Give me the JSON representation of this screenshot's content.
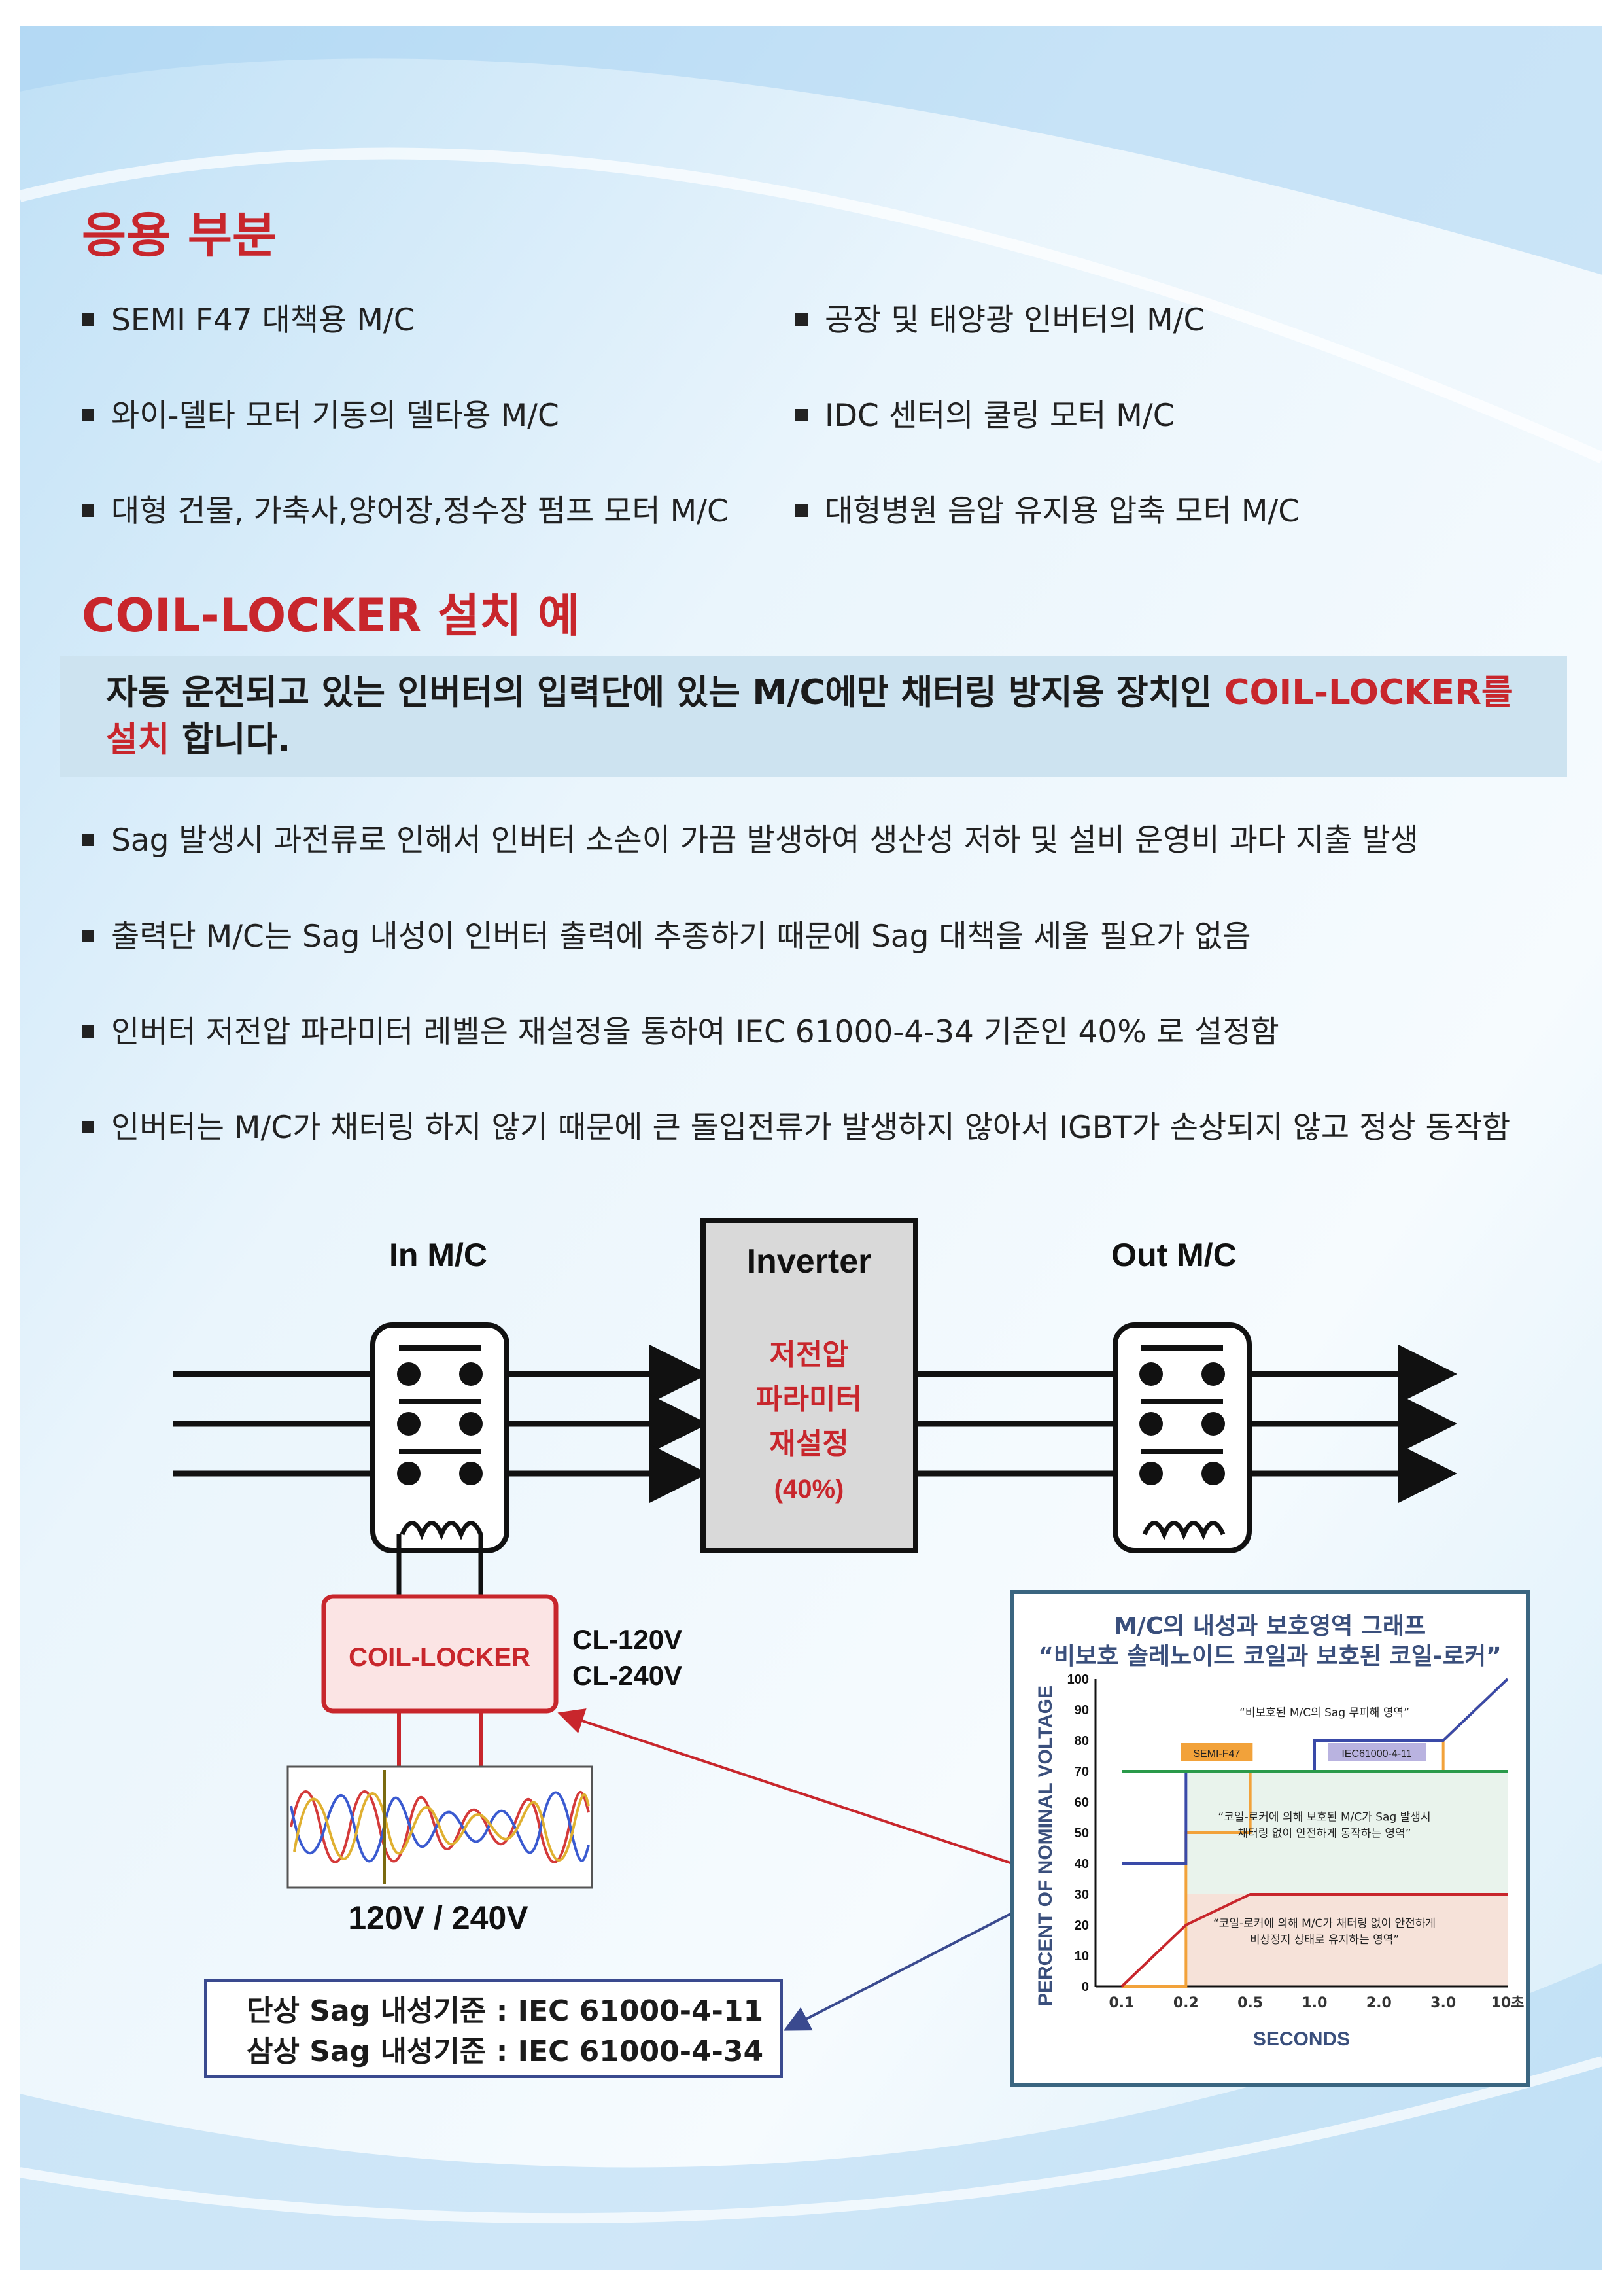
{
  "section1": {
    "title": "응용 부분",
    "items": [
      "SEMI F47 대책용 M/C",
      "공장 및 태양광 인버터의 M/C",
      "와이-델타 모터 기동의 델타용 M/C",
      "IDC 센터의 쿨링 모터 M/C",
      "대형 건물, 가축사,양어장,정수장 펌프 모터 M/C",
      "대형병원 음압 유지용 압축 모터 M/C"
    ]
  },
  "section2": {
    "title": "COIL-LOCKER 설치 예",
    "banner": {
      "prefix": "자동 운전되고 있는 인버터의 입력단에 있는 M/C에만 채터링 방지용 장치인 ",
      "highlight1": "COIL-LOCKER를",
      "highlight2": "설치",
      "suffix": " 합니다."
    },
    "items": [
      "Sag 발생시 과전류로 인해서 인버터 소손이 가끔 발생하여 생산성 저하 및 설비 운영비 과다 지출 발생",
      "출력단 M/C는 Sag 내성이 인버터 출력에 추종하기 때문에 Sag 대책을 세울 필요가 없음",
      "인버터 저전압 파라미터 레벨은 재설정을 통하여 IEC 61000-4-34 기준인 40% 로 설정함",
      "인버터는 M/C가 채터링 하지 않기 때문에 큰 돌입전류가 발생하지 않아서 IGBT가 손상되지 않고 정상 동작함"
    ]
  },
  "diagram": {
    "in_mc_label": "In M/C",
    "out_mc_label": "Out M/C",
    "inverter_label": "Inverter",
    "inverter_lines": [
      "저전압",
      "파라미터",
      "재설정",
      "(40%)"
    ],
    "coil_locker_label": "COIL-LOCKER",
    "models": [
      "CL-120V",
      "CL-240V"
    ],
    "voltage_label": "120V / 240V",
    "standards": [
      {
        "label": "단상 Sag  내성기준",
        "value": ": IEC  61000-4-11"
      },
      {
        "label": "삼상 Sag  내성기준",
        "value": ": IEC  61000-4-34"
      }
    ]
  },
  "colors": {
    "accent_red": "#c8262c",
    "banner_bg": "#cde3f0",
    "frame_blue": "#3a6580",
    "inverter_fill": "#d9d9d9"
  },
  "chart_data": {
    "type": "line",
    "title": "M/C의 내성과 보호영역 그래프",
    "subtitle": "“비보호 솔레노이드 코일과 보호된 코일-로커”",
    "xlabel": "SECONDS",
    "ylabel": "PERCENT OF NOMINAL VOLTAGE",
    "x_ticks": [
      "0.1",
      "0.2",
      "0.5",
      "1.0",
      "2.0",
      "3.0",
      "10초"
    ],
    "y_ticks": [
      0,
      10,
      20,
      30,
      40,
      50,
      60,
      70,
      80,
      90,
      100
    ],
    "ylim": [
      0,
      100
    ],
    "series": [
      {
        "name": "SEMI-F47",
        "color": "#f2a23a",
        "x": [
          "0.1",
          "0.2",
          "0.2",
          "0.5",
          "0.5",
          "3.0",
          "3.0",
          "10초"
        ],
        "y": [
          0,
          0,
          50,
          50,
          70,
          70,
          80,
          100
        ]
      },
      {
        "name": "IEC61000-4-11",
        "color": "#3a4aa8",
        "x": [
          "0.1",
          "0.2",
          "0.2",
          "1.0",
          "1.0",
          "3.0",
          "10초"
        ],
        "y": [
          40,
          40,
          70,
          70,
          80,
          80,
          100
        ]
      },
      {
        "color": "#c8262c",
        "x": [
          "0.1",
          "0.2",
          "0.5",
          "1.0",
          "2.0",
          "3.0",
          "10초"
        ],
        "y": [
          0,
          20,
          30,
          30,
          30,
          30,
          30
        ]
      },
      {
        "color": "#2a9a4a",
        "x": [
          "0.1",
          "0.2",
          "0.5",
          "1.0",
          "2.0",
          "3.0",
          "10초"
        ],
        "y": [
          70,
          70,
          70,
          70,
          70,
          70,
          70
        ]
      }
    ],
    "annotations": [
      "“비보호된 M/C의 Sag 무피해 영역”",
      "“코일-로커에 의해 보호된 M/C가 Sag 발생시",
      "채터링 없이 안전하게 동작하는 영역”",
      "“코일-로커에 의해 M/C가 채터링 없이 안전하게",
      "비상정지 상태로 유지하는 영역”"
    ],
    "grid": false,
    "legend": "inline-labels"
  }
}
